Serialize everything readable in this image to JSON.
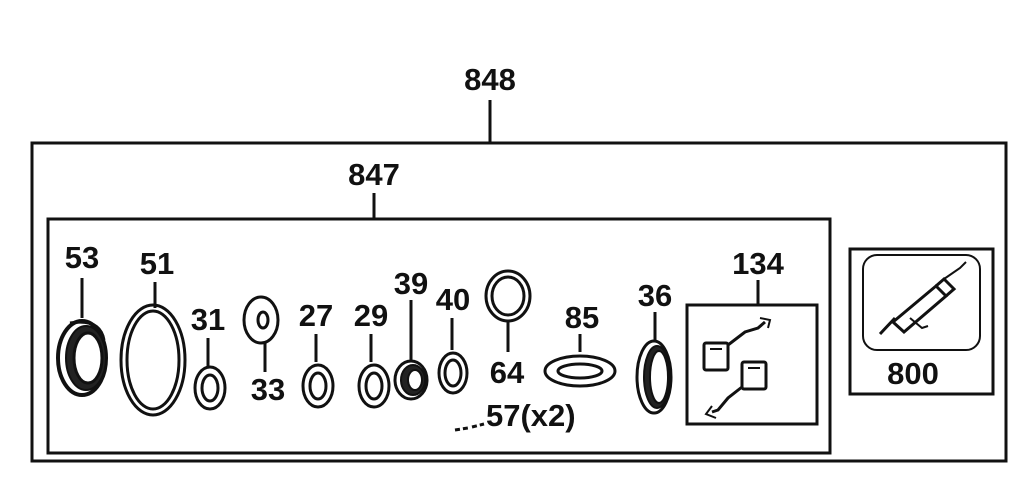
{
  "labels": {
    "kit_outer": "848",
    "kit_inner": "847",
    "p53": "53",
    "p51": "51",
    "p31": "31",
    "p33": "33",
    "p27": "27",
    "p29": "29",
    "p39": "39",
    "p40": "40",
    "p64": "64",
    "p85": "85",
    "p57": "57(x2)",
    "p36": "36",
    "p134": "134",
    "p800": "800"
  }
}
